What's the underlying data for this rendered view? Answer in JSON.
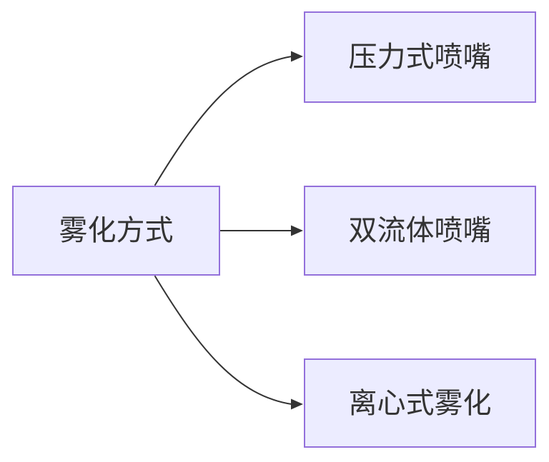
{
  "diagram": {
    "type": "flowchart-left-to-right",
    "root": {
      "id": "root",
      "label": "雾化方式"
    },
    "children": [
      {
        "id": "child0",
        "label": "压力式喷嘴"
      },
      {
        "id": "child1",
        "label": "双流体喷嘴"
      },
      {
        "id": "child2",
        "label": "离心式雾化"
      }
    ],
    "edges": [
      {
        "from": "雾化方式",
        "to": "压力式喷嘴",
        "style": "curved-up"
      },
      {
        "from": "雾化方式",
        "to": "双流体喷嘴",
        "style": "straight"
      },
      {
        "from": "雾化方式",
        "to": "离心式雾化",
        "style": "curved-down"
      }
    ],
    "colors": {
      "node_fill": "#ECECFF",
      "node_border": "#9370DB",
      "edge": "#333333",
      "text": "#333333",
      "background": "#FFFFFF"
    }
  }
}
